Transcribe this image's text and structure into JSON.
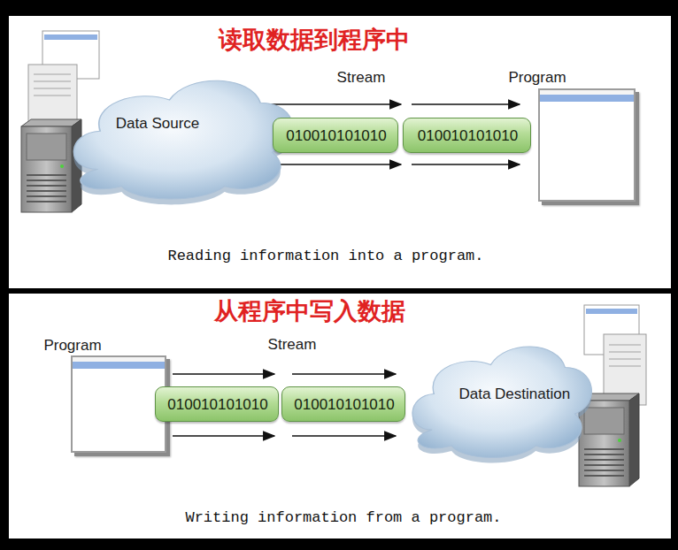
{
  "diagram": {
    "nodes": [
      {
        "text": [
          "读取数据到程序中",
          "Reading information into a program."
        ]
      },
      {
        "text": [
          "Data Source"
        ],
        "in": 0
      },
      {
        "text": [
          "010010101010"
        ],
        "in": 0
      },
      {
        "text": [
          "010010101010"
        ],
        "in": 0
      },
      {
        "text": [
          "Program"
        ],
        "in": 0
      },
      {
        "text": [
          "从程序中写入数据",
          "Writing information from a program."
        ]
      },
      {
        "text": [
          "Program"
        ],
        "in": 5
      },
      {
        "text": [
          "010010101010"
        ],
        "in": 5
      },
      {
        "text": [
          "010010101010"
        ],
        "in": 5
      },
      {
        "text": [
          "Data Destination"
        ],
        "in": 5
      }
    ],
    "labels": [
      "Stream",
      "Stream"
    ]
  }
}
